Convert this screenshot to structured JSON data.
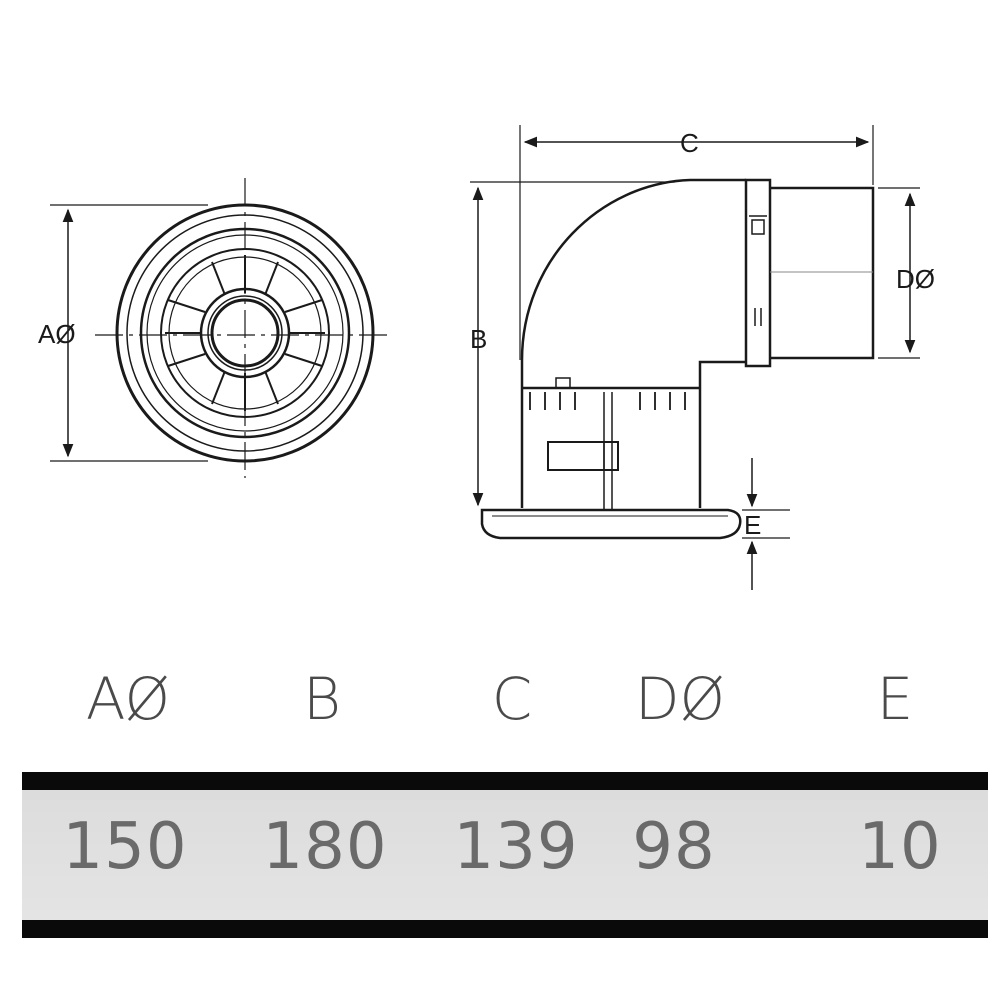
{
  "diagram": {
    "labels": {
      "a": "AØ",
      "b": "B",
      "c": "C",
      "d": "DØ",
      "e": "E"
    }
  },
  "table": {
    "headers": [
      "AØ",
      "B",
      "C",
      "DØ",
      "E"
    ],
    "values": [
      "150",
      "180",
      "139",
      "98",
      "10"
    ]
  }
}
